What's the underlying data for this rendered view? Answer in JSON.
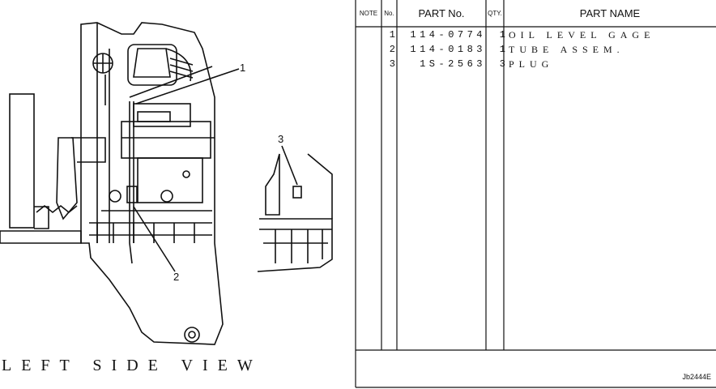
{
  "drawing": {
    "view_caption": "LEFT SIDE VIEW",
    "callouts": [
      "1",
      "2",
      "3"
    ]
  },
  "table": {
    "headers": {
      "note": "NOTE",
      "no": "No.",
      "part_no": "PART No.",
      "qty": "QTY.",
      "part_name": "PART NAME"
    },
    "rows": [
      {
        "no": "1",
        "part_no": "114-0774",
        "qty": "1",
        "part_name": "OIL LEVEL GAGE"
      },
      {
        "no": "2",
        "part_no": "114-0183",
        "qty": "1",
        "part_name": "TUBE ASSEM."
      },
      {
        "no": "3",
        "part_no": "1S-2563",
        "qty": "3",
        "part_name": "PLUG"
      }
    ]
  },
  "reference": "Jb2444E"
}
